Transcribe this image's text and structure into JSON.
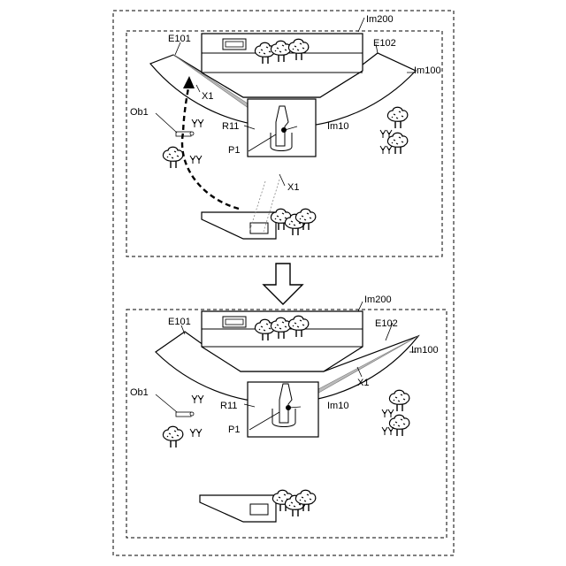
{
  "top_panel": {
    "labels": {
      "im200": "Im200",
      "e101": "E101",
      "e102": "E102",
      "im100": "Im100",
      "x1_upper": "X1",
      "x1_lower": "X1",
      "ob1": "Ob1",
      "r11": "R11",
      "im10": "Im10",
      "p1": "P1"
    }
  },
  "bottom_panel": {
    "labels": {
      "im200": "Im200",
      "e101": "E101",
      "e102": "E102",
      "im100": "Im100",
      "x1": "X1",
      "ob1": "Ob1",
      "r11": "R11",
      "im10": "Im10",
      "p1": "P1"
    }
  },
  "transition_arrow_icon": "down-arrow-icon"
}
